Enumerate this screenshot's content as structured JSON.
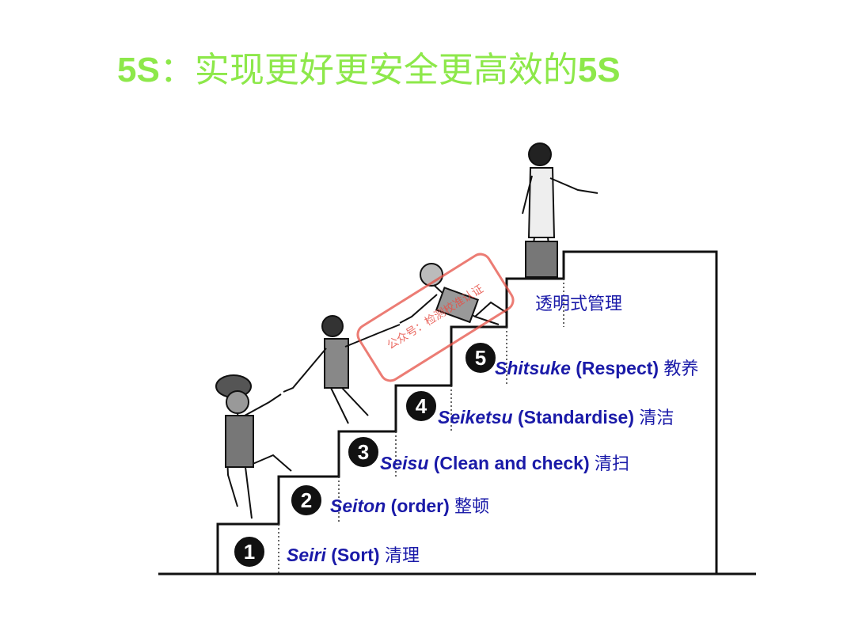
{
  "title": {
    "prefix": "5S",
    "middle": "：实现更好更安全更高效的",
    "suffix": "5S"
  },
  "top_note": "透明式管理",
  "watermark": "公众号：检测校准认证",
  "steps": [
    {
      "num": "1",
      "term": "Seiri",
      "desc": " (Sort) ",
      "cn": "清理"
    },
    {
      "num": "2",
      "term": "Seiton",
      "desc": " (order) ",
      "cn": "整顿"
    },
    {
      "num": "3",
      "term": "Seisu",
      "desc": " (Clean and check) ",
      "cn": "清扫"
    },
    {
      "num": "4",
      "term": "Seiketsu",
      "desc": " (Standardise) ",
      "cn": "清洁"
    },
    {
      "num": "5",
      "term": "Shitsuke",
      "desc": " (Respect) ",
      "cn": "教养"
    }
  ],
  "colors": {
    "title": "#8de84a",
    "labels": "#1a1aa8",
    "watermark": "#e65046"
  }
}
